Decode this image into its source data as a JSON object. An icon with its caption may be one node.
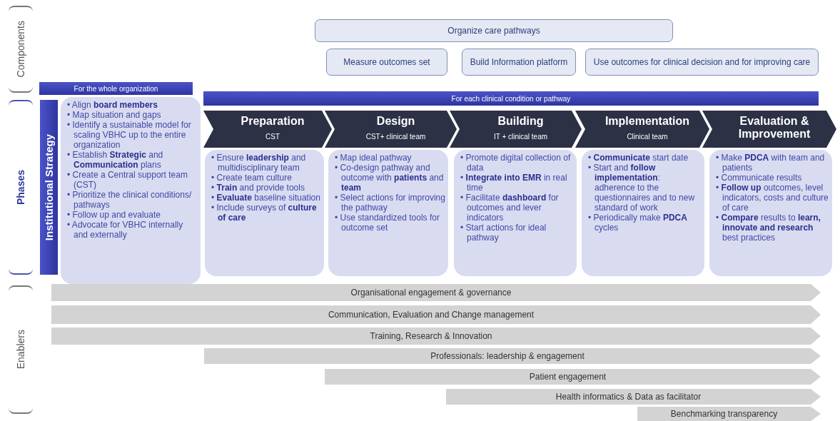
{
  "diagram": {
    "nodes": [
      {
        "text": [
          "Components"
        ]
      },
      {
        "text": [
          "Organize care pathways"
        ]
      },
      {
        "text": [
          "Measure outcomes set"
        ]
      },
      {
        "text": [
          "Build Information platform"
        ]
      },
      {
        "text": [
          "Use outcomes for clinical decision and for improving care"
        ]
      },
      {
        "text": [
          "Phases"
        ]
      },
      {
        "text": [
          "For the whole organization"
        ]
      },
      {
        "text": [
          "For each clinical condition or pathway"
        ]
      },
      {
        "text": [
          "Institutional Strategy"
        ]
      },
      {
        "text": [
          "• Align **board members**",
          "• Map situation and gaps",
          "• Identify a sustainable model for scaling VBHC up to the entire organization",
          "• Establish **Strategic** and **Communication** plans",
          "• Create a Central support team (CST)",
          "• Prioritize the clinical conditions/ pathways",
          "• Follow up and evaluate",
          "• Advocate for VBHC internally and externally"
        ]
      },
      {
        "text": [
          "Preparation",
          "CST"
        ]
      },
      {
        "text": [
          "Design",
          "CST+ clinical team"
        ]
      },
      {
        "text": [
          "Building",
          "IT + clinical team"
        ]
      },
      {
        "text": [
          "Implementation",
          "Clinical team"
        ]
      },
      {
        "text": [
          "Evaluation & Improvement"
        ]
      },
      {
        "text": [
          "• Ensure **leadership** and multidisciplinary team",
          "• Create team culture",
          "• **Train** and provide tools",
          "• **Evaluate** baseline situation",
          "• Include surveys of **culture of care**"
        ]
      },
      {
        "text": [
          "• Map ideal pathway",
          "• Co-design pathway and outcome with **patients** and **team**",
          "• Select actions for improving the pathway",
          "• Use standardized tools for outcome set"
        ]
      },
      {
        "text": [
          "• Promote digital collection of data",
          "• **Integrate into EMR** in real time",
          "• Facilitate **dashboard** for outcomes and lever indicators",
          "• Start actions for ideal pathway"
        ]
      },
      {
        "text": [
          "• **Communicate** start date",
          "• Start and **follow implementation**: adherence to the questionnaires and to new standard of work",
          "• Periodically make **PDCA** cycles"
        ]
      },
      {
        "text": [
          "• Make **PDCA** with team and patients",
          "• Communicate results",
          "• **Follow up** outcomes, level indicators, costs and culture of care",
          "• **Compare** results to **learn, innovate and research** best practices"
        ]
      },
      {
        "text": [
          "Enablers"
        ]
      },
      {
        "text": [
          "Organisational engagement & governance"
        ]
      },
      {
        "text": [
          "Communication, Evaluation and Change management"
        ]
      },
      {
        "text": [
          "Training, Research & Innovation"
        ]
      },
      {
        "text": [
          "Professionals: leadership & engagement"
        ]
      },
      {
        "text": [
          "Patient engagement"
        ]
      },
      {
        "text": [
          "Health informatics & Data as facilitator"
        ]
      },
      {
        "text": [
          "Benchmarking transparency"
        ]
      }
    ]
  }
}
